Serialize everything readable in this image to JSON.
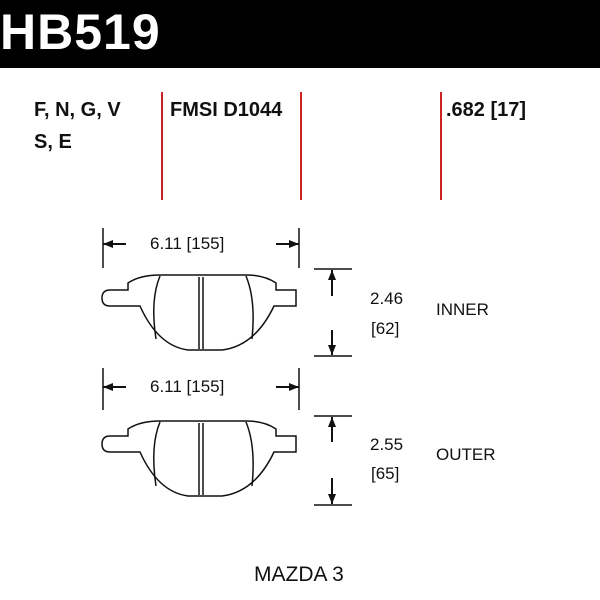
{
  "header": {
    "part_number": "HB519"
  },
  "compounds": {
    "line1": "F, N, G, V",
    "line2": "S, E"
  },
  "fmsi": "FMSI D1044",
  "thickness": ".682 [17]",
  "inner": {
    "width": "6.11 [155]",
    "height_in": "2.46",
    "height_mm": "[62]",
    "label": "INNER"
  },
  "outer": {
    "width": "6.11 [155]",
    "height_in": "2.55",
    "height_mm": "[65]",
    "label": "OUTER"
  },
  "vehicle": "MAZDA 3",
  "colors": {
    "header_bg": "#000000",
    "divider": "#cc2222",
    "line": "#111111"
  }
}
